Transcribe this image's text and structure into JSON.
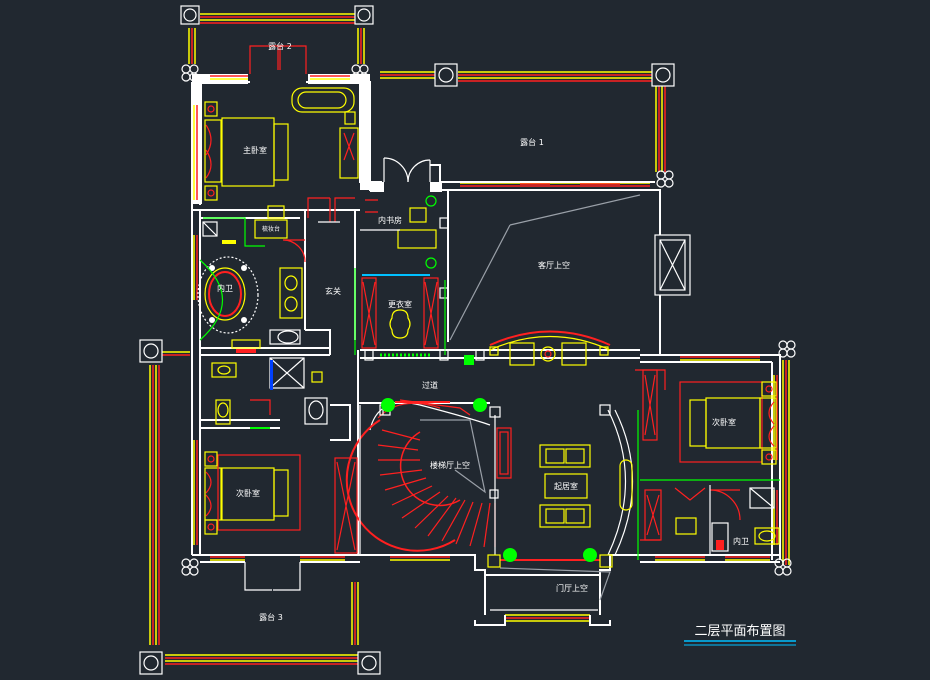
{
  "drawing": {
    "title": "二层平面布置图",
    "rooms": {
      "terrace2": "露台 2",
      "terrace1": "露台 1",
      "terrace3": "露台 3",
      "master_bedroom": "主卧室",
      "inner_study": "内书房",
      "living_void": "客厅上空",
      "inner_bath_master": "内卫",
      "foyer": "玄关",
      "dressing": "更衣室",
      "corridor": "过道",
      "stair_void": "楼梯厅上空",
      "family_room": "起居室",
      "second_bedroom_left": "次卧室",
      "second_bedroom_right": "次卧室",
      "inner_bath_right": "内卫",
      "entry_void": "门厅上空",
      "small_label": "梳妆台"
    },
    "colors": {
      "background": "#212830",
      "wall": "#ffffff",
      "red": "#ff2020",
      "yellow": "#ffff00",
      "green": "#00ff00",
      "cyan": "#00c0ff",
      "gray": "#9aa0a8"
    }
  }
}
